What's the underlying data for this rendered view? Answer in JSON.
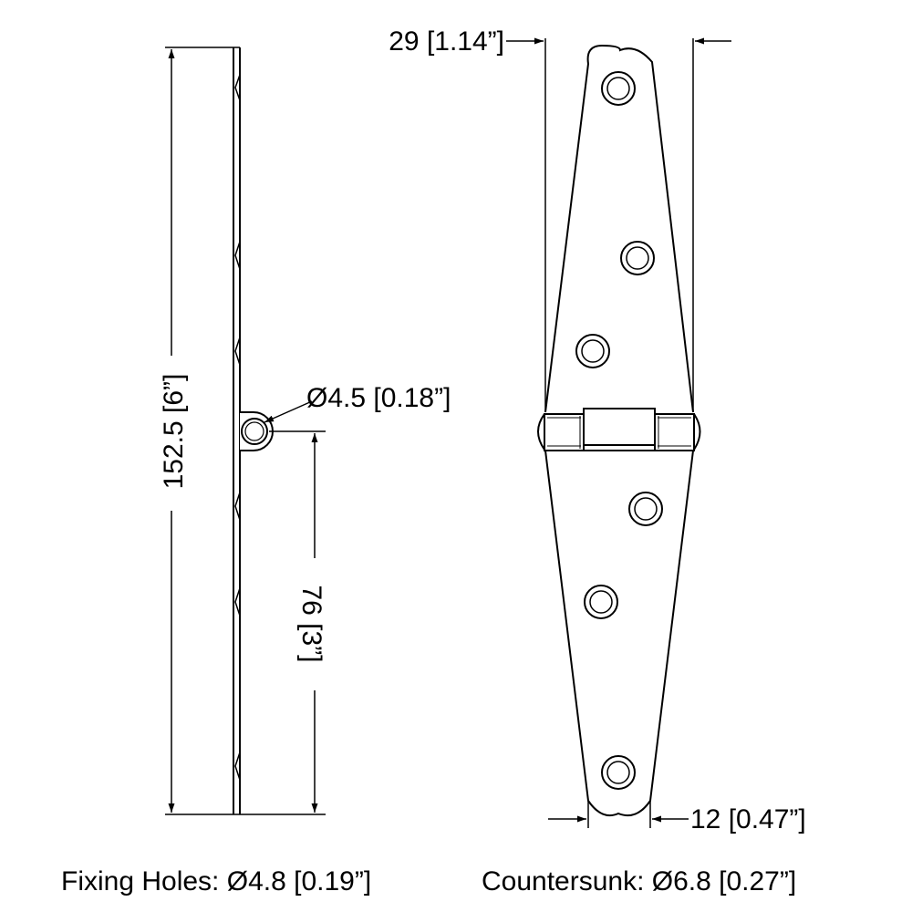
{
  "dimensions": {
    "width_top": "29 [1.14”]",
    "length": "152.5 [6”]",
    "pin_diameter": "Ø4.5 [0.18”]",
    "half_length": "76 [3”]",
    "tip_width": "12 [0.47”]"
  },
  "notes": {
    "fixing_holes": "Fixing Holes: Ø4.8 [0.19”]",
    "countersunk": "Countersunk: Ø6.8 [0.27”]"
  }
}
